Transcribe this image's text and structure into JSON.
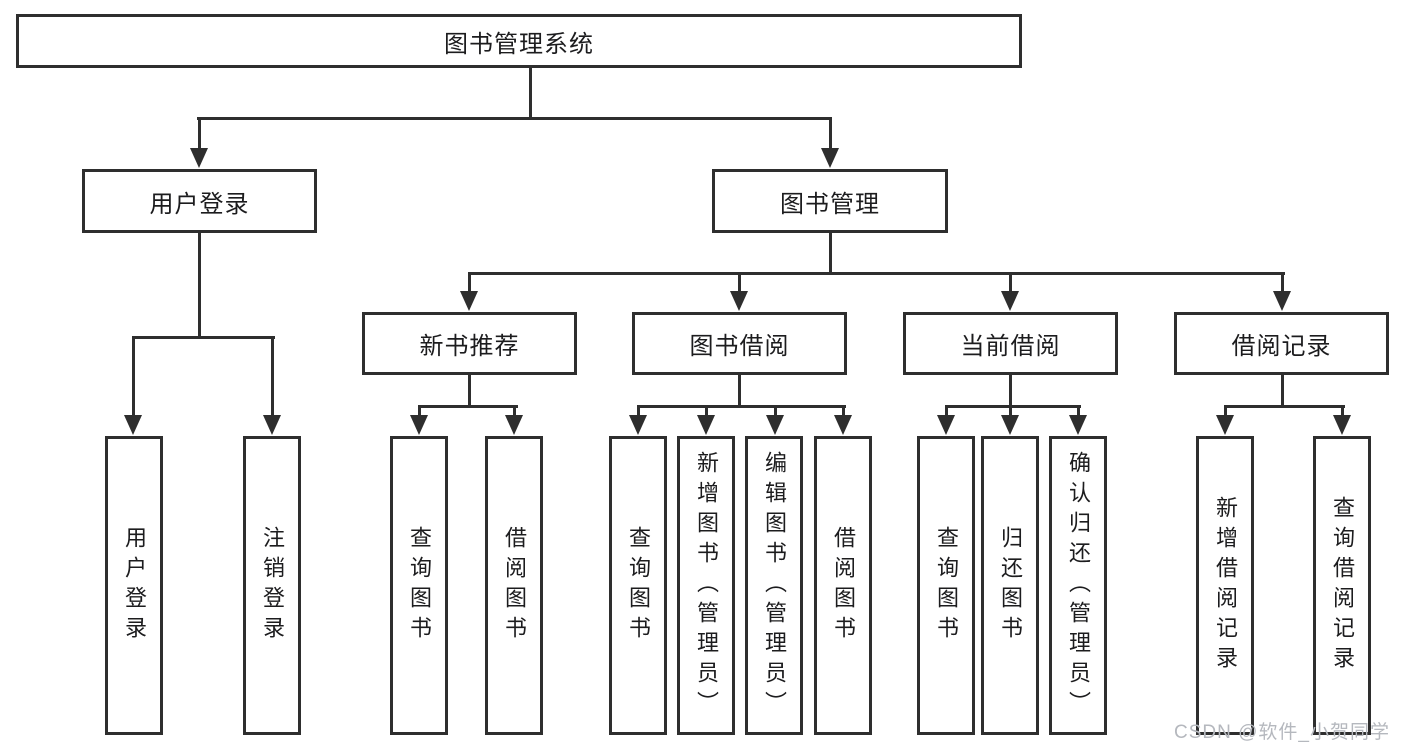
{
  "colors": {
    "line": "#2e2e2e",
    "box_border": "#2e2e2e",
    "box_fill": "#ffffff",
    "text": "#1c1c1e",
    "background": "#ffffff",
    "watermark": "#b5b8be"
  },
  "root": {
    "label": "图书管理系统"
  },
  "level2": {
    "user_login": {
      "label": "用户登录"
    },
    "book_management": {
      "label": "图书管理"
    }
  },
  "level3": {
    "new_book_recommend": {
      "label": "新书推荐"
    },
    "book_borrowing": {
      "label": "图书借阅"
    },
    "current_borrowing": {
      "label": "当前借阅"
    },
    "borrowing_records": {
      "label": "借阅记录"
    }
  },
  "leaves": {
    "user_login": {
      "login": "用户登录",
      "logout": "注销登录"
    },
    "new_book_recommend": {
      "query": "查询图书",
      "borrow": "借阅图书"
    },
    "book_borrowing": {
      "query": "查询图书",
      "add": "新增图书（管理员）",
      "edit": "编辑图书（管理员）",
      "borrow": "借阅图书"
    },
    "current_borrowing": {
      "query": "查询图书",
      "return": "归还图书",
      "confirm": "确认归还（管理员）"
    },
    "borrowing_records": {
      "add": "新增借阅记录",
      "query": "查询借阅记录"
    }
  },
  "watermark": {
    "text": "CSDN @软件_小贺同学"
  }
}
